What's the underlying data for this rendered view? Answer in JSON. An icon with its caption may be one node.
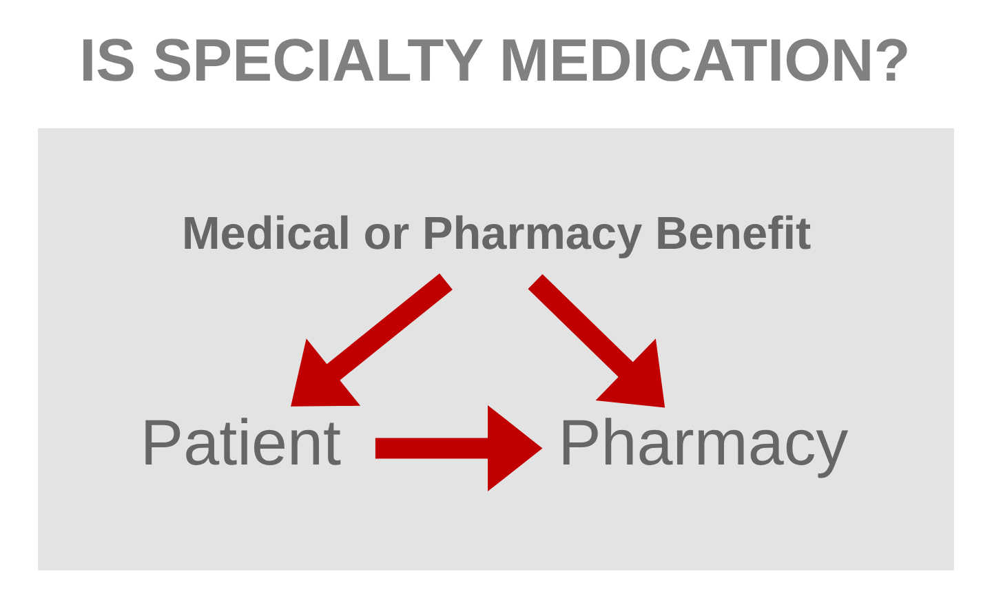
{
  "diagram": {
    "title": "IS SPECIALTY MEDICATION?",
    "nodes": [
      {
        "text": [],
        "shape": "triangle"
      },
      {
        "text": [
          "Medical or Pharmacy Benefit"
        ],
        "in": 0
      },
      {
        "text": [
          "Patient"
        ],
        "in": 0
      },
      {
        "text": [
          "Pharmacy"
        ],
        "in": 0
      }
    ],
    "edges": [
      {
        "from": 1,
        "to": 2,
        "arrow": "to"
      },
      {
        "from": 1,
        "to": 3,
        "arrow": "to"
      },
      {
        "from": 2,
        "to": 3,
        "arrow": "to"
      }
    ]
  }
}
